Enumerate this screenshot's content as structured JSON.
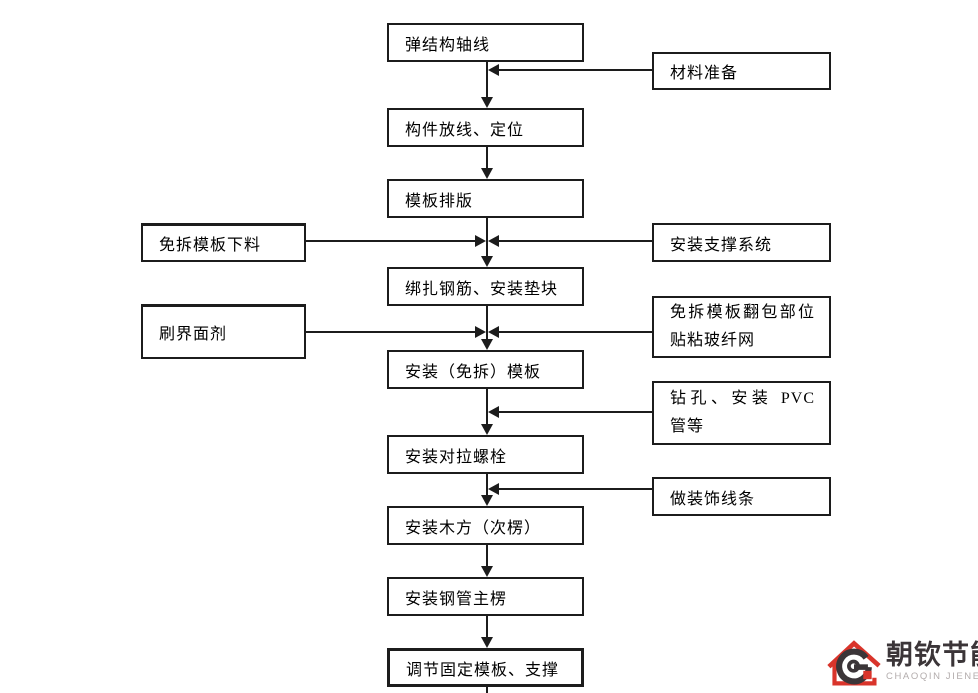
{
  "flow": {
    "center_boxes": [
      {
        "label": "弹结构轴线"
      },
      {
        "label": "构件放线、定位"
      },
      {
        "label": "模板排版"
      },
      {
        "label": "绑扎钢筋、安装垫块"
      },
      {
        "label": "安装（免拆）模板"
      },
      {
        "label": "安装对拉螺栓"
      },
      {
        "label": "安装木方（次楞）"
      },
      {
        "label": "安装钢管主楞"
      },
      {
        "label": "调节固定模板、支撑"
      }
    ],
    "left_boxes": [
      {
        "label": "免拆模板下料"
      },
      {
        "label": "刷界面剂"
      }
    ],
    "right_boxes": [
      {
        "label": "材料准备"
      },
      {
        "label": "安装支撑系统"
      },
      {
        "label": "免拆模板翻包部位贴粘玻纤网"
      },
      {
        "label": "钻孔、安装 PVC 管等"
      },
      {
        "label": "做装饰线条"
      }
    ]
  },
  "logo": {
    "name": "朝钦节能",
    "subtitle": "CHAOQIN JIENENG"
  },
  "colors": {
    "line": "#1c1c1c",
    "box_border": "#1c1c1c",
    "logo_red": "#d9342b",
    "logo_dark": "#3b3538",
    "logo_gray": "#b3adad"
  }
}
